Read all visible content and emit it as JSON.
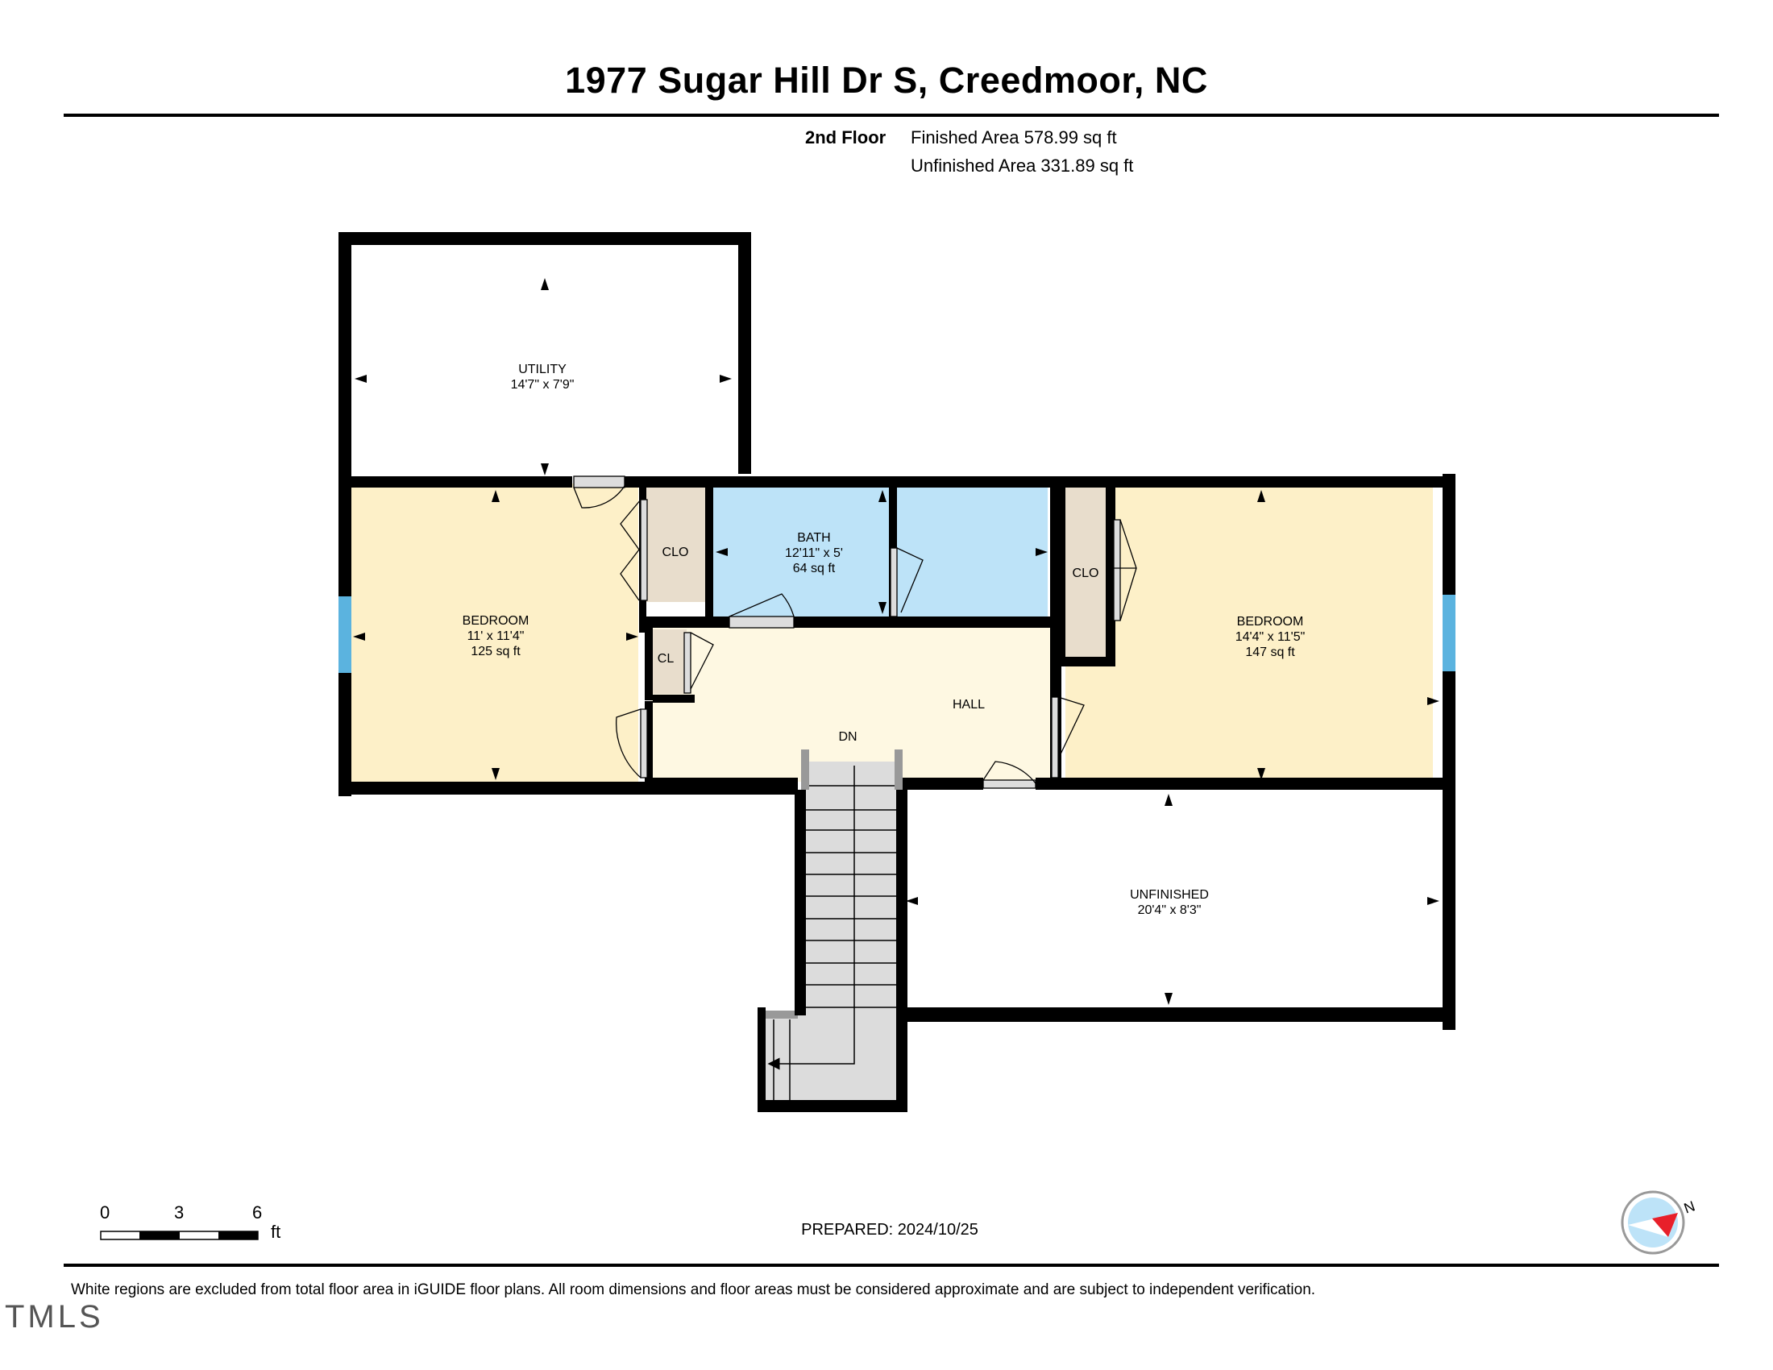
{
  "header": {
    "title": "1977 Sugar Hill Dr S, Creedmoor, NC",
    "floor": "2nd Floor",
    "finished_area": "Finished Area 578.99 sq ft",
    "unfinished_area": "Unfinished Area 331.89 sq ft"
  },
  "rooms": {
    "utility": {
      "name": "UTILITY",
      "dims": "14'7\" x 7'9\""
    },
    "bath": {
      "name": "BATH",
      "dims": "12'11\" x 5'",
      "area": "64 sq ft"
    },
    "bedroom_left": {
      "name": "BEDROOM",
      "dims": "11' x 11'4\"",
      "area": "125 sq ft"
    },
    "bedroom_right": {
      "name": "BEDROOM",
      "dims": "14'4\" x 11'5\"",
      "area": "147 sq ft"
    },
    "unfinished": {
      "name": "UNFINISHED",
      "dims": "20'4\" x 8'3\""
    },
    "closet_left": {
      "name": "CLO"
    },
    "closet_right": {
      "name": "CLO"
    },
    "closet_small": {
      "name": "CL"
    },
    "hall": {
      "name": "HALL"
    },
    "stairs": {
      "name": "DN"
    }
  },
  "scale": {
    "ticks": [
      "0",
      "3",
      "6"
    ],
    "unit": "ft"
  },
  "compass": {
    "label": "N"
  },
  "footer": {
    "prepared": "PREPARED: 2024/10/25",
    "disclaimer": "White regions are excluded from total floor area in iGUIDE floor plans. All room dimensions and floor areas must be considered approximate and are subject to independent verification.",
    "watermark": "TMLS"
  },
  "colors": {
    "wall": "#000000",
    "bedroom": "#fdf0c8",
    "bath": "#bde3f8",
    "closet": "#e8ddcc",
    "hall": "#fef8e2",
    "stairs": "#dcdcdc",
    "window": "#5bb3df"
  }
}
